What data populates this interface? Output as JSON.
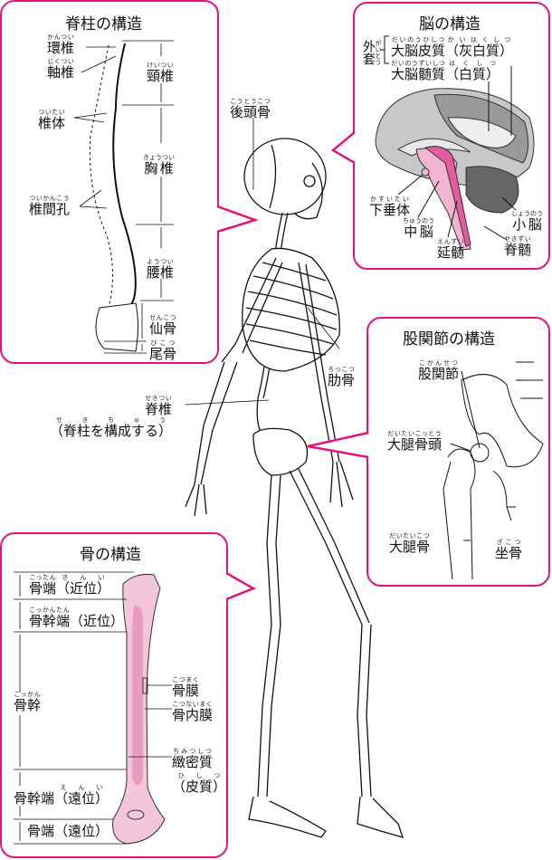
{
  "colors": {
    "accent": "#e4137b",
    "bone_pink": "#f4b8d4",
    "brain_gray": "#c8c8c8",
    "brain_pink": "#e65a9e"
  },
  "spine": {
    "title": "脊柱の構造",
    "atlas": {
      "text": "環椎",
      "ruby": "かんつい"
    },
    "axis": {
      "text": "軸椎",
      "ruby": "じくつい"
    },
    "cervical": {
      "text": "頸椎",
      "ruby": "けいつい"
    },
    "body": {
      "text": "椎体",
      "ruby": "ついたい"
    },
    "thoracic": {
      "text": "胸椎",
      "ruby": "きょうつい"
    },
    "foramen": {
      "text": "椎間孔",
      "ruby": "ついかんこう"
    },
    "lumbar": {
      "text": "腰椎",
      "ruby": "ようつい"
    },
    "sacrum": {
      "text": "仙骨",
      "ruby": "せんこつ"
    },
    "coccyx": {
      "text": "尾骨",
      "ruby": "びこつ"
    }
  },
  "brain": {
    "title": "脳の構造",
    "pallium": {
      "text": "外套",
      "ruby": "がいとう"
    },
    "cortex": {
      "text": "大脳皮質",
      "ruby": "だいのうひしつ"
    },
    "cortex_alt": {
      "text": "（灰白質）",
      "ruby": "かいはくしつ"
    },
    "medulla_c": {
      "text": "大脳髄質",
      "ruby": "だいのうずいしつ"
    },
    "medulla_alt": {
      "text": "（白質）",
      "ruby": "はくしつ"
    },
    "pituitary": {
      "text": "下垂体",
      "ruby": "かすいたい"
    },
    "midbrain": {
      "text": "中脳",
      "ruby": "ちゅうのう"
    },
    "oblongata": {
      "text": "延髄",
      "ruby": "えんずい"
    },
    "cerebellum": {
      "text": "小脳",
      "ruby": "しょうのう"
    },
    "spinal_cord": {
      "text": "脊髄",
      "ruby": "せきずい"
    }
  },
  "hip": {
    "title": "股関節の構造",
    "joint": {
      "text": "股関節",
      "ruby": "こかんせつ"
    },
    "head": {
      "text": "大腿骨頭",
      "ruby": "だいたいこっとう"
    },
    "femur": {
      "text": "大腿骨",
      "ruby": "だいたいこつ"
    },
    "ischium": {
      "text": "坐骨",
      "ruby": "ざこつ"
    }
  },
  "bone": {
    "title": "骨の構造",
    "epi": {
      "text": "骨端",
      "ruby": "こったん"
    },
    "proximal": {
      "text": "（近位）",
      "ruby": "きんい"
    },
    "meta": {
      "text": "骨幹端",
      "ruby": "こっかんたん"
    },
    "proximal2": {
      "text": "（近位）",
      "ruby": ""
    },
    "shaft": {
      "text": "骨幹",
      "ruby": "こっかん"
    },
    "meta_d": {
      "text": "骨幹端",
      "ruby": ""
    },
    "distal": {
      "text": "（遠位）",
      "ruby": "えんい"
    },
    "epi_d": {
      "text": "骨端",
      "ruby": ""
    },
    "distal2": {
      "text": "（遠位）",
      "ruby": ""
    },
    "periosteum": {
      "text": "骨膜",
      "ruby": "こつまく"
    },
    "endosteum": {
      "text": "骨内膜",
      "ruby": "こつないまく"
    },
    "compact": {
      "text": "緻密質",
      "ruby": "ちみつしつ"
    },
    "cortical": {
      "text": "（皮質）",
      "ruby": "ひしつ"
    }
  },
  "skeleton": {
    "occipital": {
      "text": "後頭骨",
      "ruby": "こうとうこつ"
    },
    "ribs": {
      "text": "肋骨",
      "ruby": "ろっこつ"
    },
    "vertebra": {
      "text": "脊椎",
      "ruby": "せきつい"
    },
    "vertebra_note": {
      "text": "（脊柱を構成する）",
      "ruby": "せきちゅう"
    }
  }
}
